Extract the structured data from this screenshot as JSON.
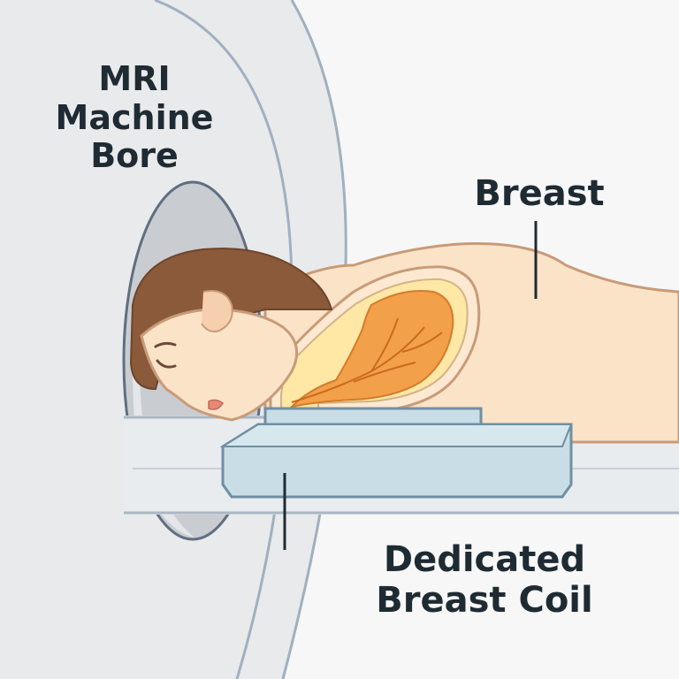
{
  "labels": {
    "bore": {
      "lines": [
        "MRI",
        "Machine",
        "Bore"
      ]
    },
    "breast": {
      "lines": [
        "Breast"
      ]
    },
    "coil": {
      "lines": [
        "Dedicated",
        "Breast Coil"
      ]
    }
  },
  "colors": {
    "background": "#f7f7f7",
    "bore_shell": "#e9eaec",
    "bore_opening": "#c9cdd2",
    "outline": "#5f6f80",
    "skin": "#fbe3c8",
    "skin_outline": "#c89b78",
    "hair": "#8a5a3b",
    "tissue": "#f3a04a",
    "tissue_light": "#ffe7a6",
    "coil": "#c8dde6",
    "coil_outline": "#6f8fa3",
    "table": "#e9ecef",
    "text": "#1f2b33"
  }
}
